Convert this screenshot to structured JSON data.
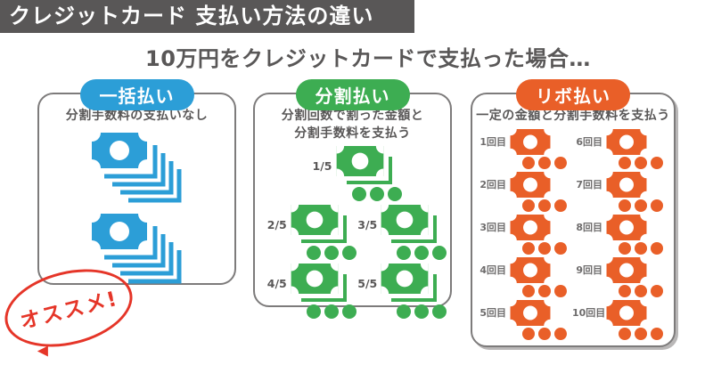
{
  "header": {
    "title": "クレジットカード 支払い方法の違い",
    "subtitle": "10万円をクレジットカードで支払った場合…"
  },
  "panels": {
    "lump": {
      "label": "一括払い",
      "description": "分割手数料の支払いなし",
      "note_stacks": 2
    },
    "split": {
      "label": "分割払い",
      "description1": "分割回数で割った金額と",
      "description2": "分割手数料を支払う",
      "items": [
        "1/5",
        "2/5",
        "3/5",
        "4/5",
        "5/5"
      ],
      "coins_per_item": 3
    },
    "revolving": {
      "label": "リボ払い",
      "description": "一定の金額と分割手数料を支払う",
      "items_left": [
        "1回目",
        "2回目",
        "3回目",
        "4回目",
        "5回目"
      ],
      "items_right": [
        "6回目",
        "7回目",
        "8回目",
        "9回目",
        "10回目"
      ],
      "coins_per_item": 3
    }
  },
  "recommend": {
    "label": "オススメ!"
  },
  "colors": {
    "title_bar": "#595757",
    "text": "#595757",
    "blue": "#2c9ed7",
    "green": "#3dad52",
    "orange": "#e95f28",
    "stamp_red": "#e53528",
    "panel_border": "#7d7b7b"
  },
  "icons": {
    "banknote": "banknote-icon",
    "banknote_stack": "banknote-stack-icon",
    "coins": "coins-icon"
  }
}
